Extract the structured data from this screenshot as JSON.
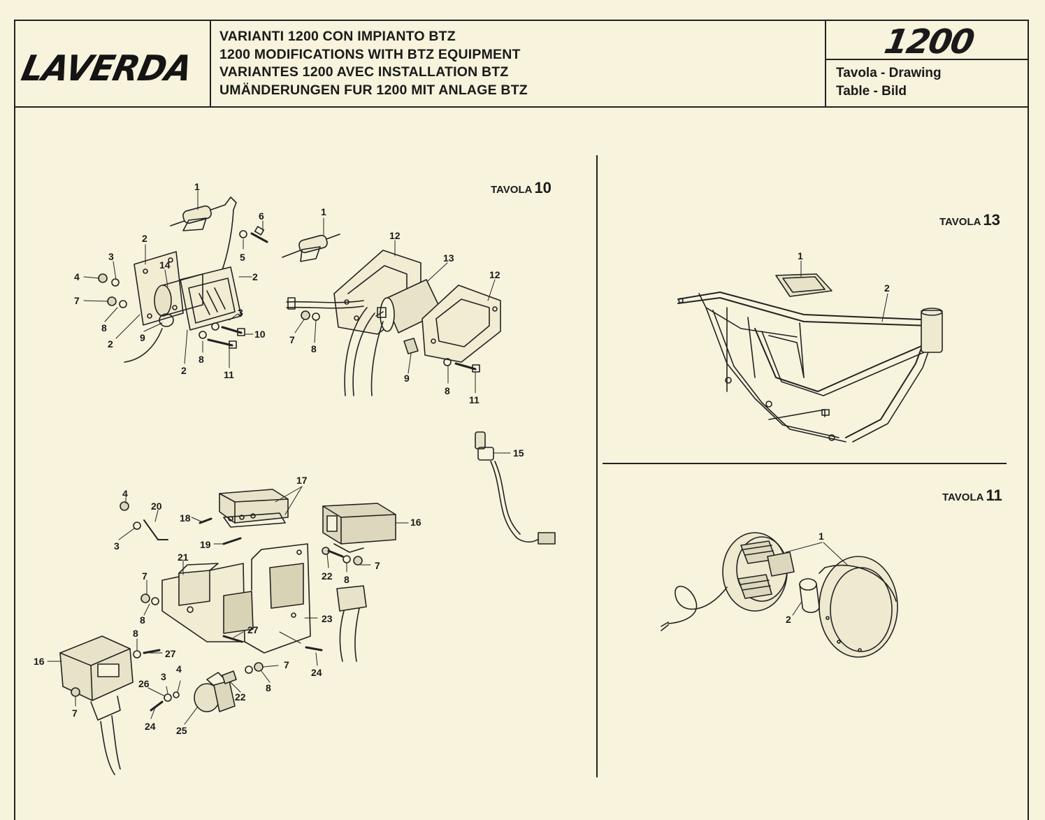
{
  "header": {
    "logo": "LAVERDA",
    "titles": [
      "VARIANTI 1200 CON IMPIANTO BTZ",
      "1200 MODIFICATIONS WITH BTZ EQUIPMENT",
      "VARIANTES 1200 AVEC INSTALLATION BTZ",
      "UMÄNDERUNGEN FUR 1200 MIT ANLAGE BTZ"
    ],
    "model": "1200",
    "drawing_label_1": "Tavola - Drawing",
    "drawing_label_2": "Table - Bild"
  },
  "panels": {
    "tavola_10": {
      "word": "TAVOLA",
      "number": "10"
    },
    "tavola_13": {
      "word": "TAVOLA",
      "number": "13"
    },
    "tavola_11": {
      "word": "TAVOLA",
      "number": "11"
    }
  },
  "callouts": [
    {
      "id": "c10-1a",
      "text": "1"
    },
    {
      "id": "c10-6",
      "text": "6"
    },
    {
      "id": "c10-5",
      "text": "5"
    },
    {
      "id": "c10-2a",
      "text": "2"
    },
    {
      "id": "c10-3a",
      "text": "3"
    },
    {
      "id": "c10-14",
      "text": "14"
    },
    {
      "id": "c10-4",
      "text": "4"
    },
    {
      "id": "c10-2b",
      "text": "2"
    },
    {
      "id": "c10-7a",
      "text": "7"
    },
    {
      "id": "c10-8a",
      "text": "8"
    },
    {
      "id": "c10-3b",
      "text": "3"
    },
    {
      "id": "c10-9a",
      "text": "9"
    },
    {
      "id": "c10-2c",
      "text": "2"
    },
    {
      "id": "c10-10",
      "text": "10"
    },
    {
      "id": "c10-8b",
      "text": "8"
    },
    {
      "id": "c10-2d",
      "text": "2"
    },
    {
      "id": "c10-11a",
      "text": "11"
    },
    {
      "id": "c10-1b",
      "text": "1"
    },
    {
      "id": "c10-12a",
      "text": "12"
    },
    {
      "id": "c10-13",
      "text": "13"
    },
    {
      "id": "c10-12b",
      "text": "12"
    },
    {
      "id": "c10-7b",
      "text": "7"
    },
    {
      "id": "c10-8c",
      "text": "8"
    },
    {
      "id": "c10-9b",
      "text": "9"
    },
    {
      "id": "c10-8d",
      "text": "8"
    },
    {
      "id": "c10-11b",
      "text": "11"
    },
    {
      "id": "c10-15",
      "text": "15"
    },
    {
      "id": "c10-17",
      "text": "17"
    },
    {
      "id": "c10-4b",
      "text": "4"
    },
    {
      "id": "c10-20",
      "text": "20"
    },
    {
      "id": "c10-18",
      "text": "18"
    },
    {
      "id": "c10-16a",
      "text": "16"
    },
    {
      "id": "c10-3c",
      "text": "3"
    },
    {
      "id": "c10-19",
      "text": "19"
    },
    {
      "id": "c10-21",
      "text": "21"
    },
    {
      "id": "c10-22a",
      "text": "22"
    },
    {
      "id": "c10-8e",
      "text": "8"
    },
    {
      "id": "c10-7c",
      "text": "7"
    },
    {
      "id": "c10-7d",
      "text": "7"
    },
    {
      "id": "c10-8f",
      "text": "8"
    },
    {
      "id": "c10-23",
      "text": "23"
    },
    {
      "id": "c10-27a",
      "text": "27"
    },
    {
      "id": "c10-8g",
      "text": "8"
    },
    {
      "id": "c10-27b",
      "text": "27"
    },
    {
      "id": "c10-16b",
      "text": "16"
    },
    {
      "id": "c10-24a",
      "text": "24"
    },
    {
      "id": "c10-7e",
      "text": "7"
    },
    {
      "id": "c10-4c",
      "text": "4"
    },
    {
      "id": "c10-3d",
      "text": "3"
    },
    {
      "id": "c10-26",
      "text": "26"
    },
    {
      "id": "c10-22b",
      "text": "22"
    },
    {
      "id": "c10-8h",
      "text": "8"
    },
    {
      "id": "c10-7f",
      "text": "7"
    },
    {
      "id": "c10-24b",
      "text": "24"
    },
    {
      "id": "c10-25",
      "text": "25"
    },
    {
      "id": "c13-1",
      "text": "1"
    },
    {
      "id": "c13-2",
      "text": "2"
    },
    {
      "id": "c11-1",
      "text": "1"
    },
    {
      "id": "c11-2",
      "text": "2"
    }
  ]
}
